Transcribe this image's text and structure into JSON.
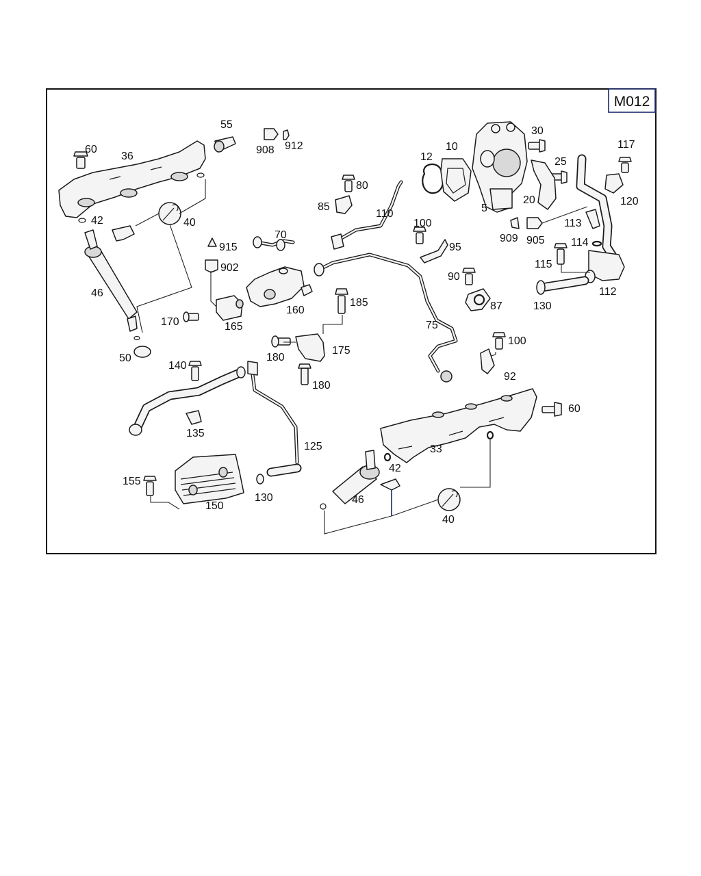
{
  "diagram_code": "M012",
  "labels": {
    "p60a": "60",
    "p36": "36",
    "p55": "55",
    "p908": "908",
    "p912": "912",
    "p42a": "42",
    "p40a": "40",
    "p46a": "46",
    "p50": "50",
    "p70": "70",
    "p915": "915",
    "p902": "902",
    "p170": "170",
    "p165": "165",
    "p160": "160",
    "p85": "85",
    "p80": "80",
    "p110": "110",
    "p100a": "100",
    "p95": "95",
    "p12": "12",
    "p10": "10",
    "p5": "5",
    "p30": "30",
    "p25": "25",
    "p20": "20",
    "p117": "117",
    "p120": "120",
    "p909": "909",
    "p905": "905",
    "p113": "113",
    "p114": "114",
    "p115": "115",
    "p112": "112",
    "p130a": "130",
    "p90": "90",
    "p87": "87",
    "p185": "185",
    "p175": "175",
    "p180a": "180",
    "p180b": "180",
    "p75": "75",
    "p100b": "100",
    "p92": "92",
    "p140": "140",
    "p135": "135",
    "p125": "125",
    "p155": "155",
    "p150": "150",
    "p130b": "130",
    "p60b": "60",
    "p33": "33",
    "p42b": "42",
    "p46b": "46",
    "p40b": "40"
  },
  "icons": [
    "wrench-icon"
  ]
}
